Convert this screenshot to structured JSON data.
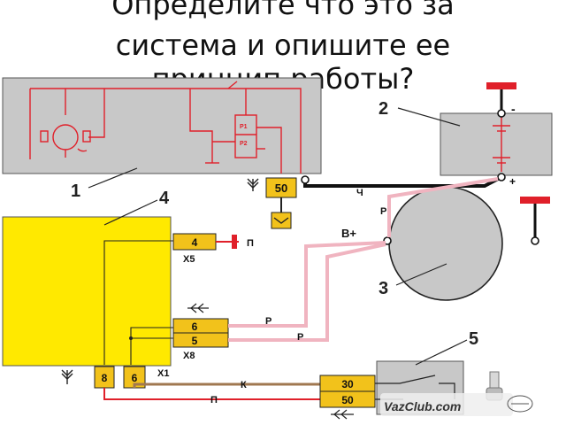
{
  "title": {
    "line1": "Определите что это за",
    "line2": "система и опишите ее",
    "line3": "принцип работы?"
  },
  "diagram": {
    "component_numbers": {
      "c1": "1",
      "c2": "2",
      "c3": "3",
      "c4": "4",
      "c5": "5"
    },
    "relay_labels": {
      "p1": "P1",
      "p2": "P2"
    },
    "terminals": {
      "t50_top": "50",
      "t4": "4",
      "t6": "6",
      "t5": "5",
      "t8": "8",
      "t6b": "6",
      "t30": "30",
      "t50_bottom": "50"
    },
    "connector_labels": {
      "x5": "X5",
      "x8": "X8",
      "x1": "X1"
    },
    "wire_labels": {
      "ch": "Ч",
      "r_top": "Р",
      "p_wire": "П",
      "r_mid": "Р",
      "r_low": "Р",
      "k_wire": "К",
      "p_bottom": "П",
      "b_plus": "B+",
      "minus": "-",
      "plus": "+"
    },
    "watermark": "VazClub.com",
    "colors": {
      "panel_gray": "#c8c8c8",
      "wire_red": "#e0202a",
      "terminal_yellow": "#f2c21b",
      "block_yellow": "#ffe900",
      "wire_pink": "#f0b4c0",
      "wire_brown": "#a07850"
    }
  }
}
